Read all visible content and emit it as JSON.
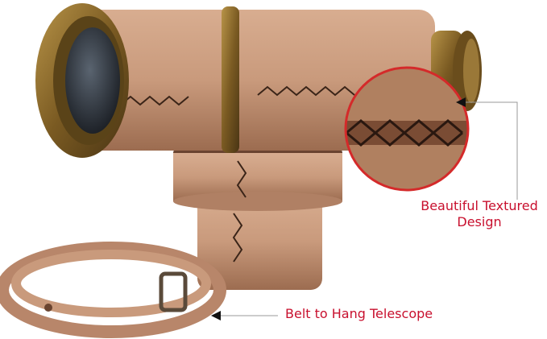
{
  "callouts": {
    "texture": {
      "line1": "Beautiful Textured",
      "line2": "Design"
    },
    "belt": "Belt to Hang Telescope"
  },
  "colors": {
    "callout_text": "#c8102e",
    "zoom_ring": "#d42a2a",
    "leather": "#c99a7c",
    "brass": "#8a6a2a"
  }
}
